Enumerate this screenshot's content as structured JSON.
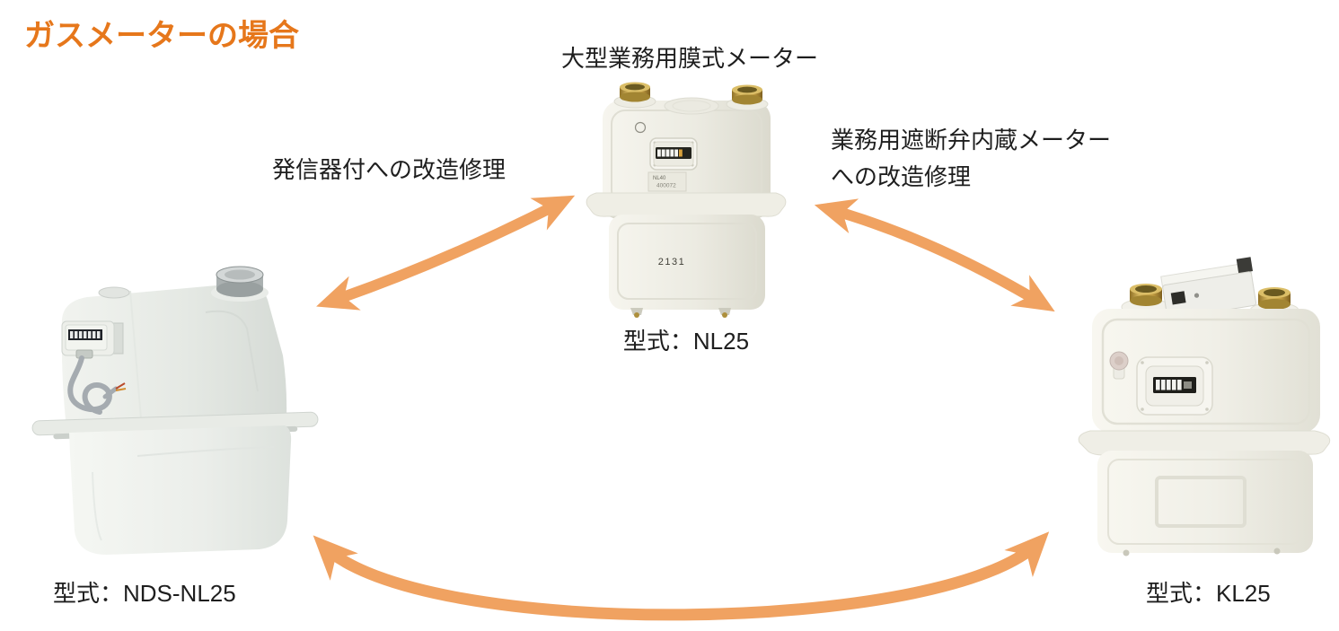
{
  "page": {
    "title": "ガスメーターの場合"
  },
  "colors": {
    "accent_orange": "#E6771B",
    "arrow_orange": "#F0A261",
    "text_color": "#1E1E1E",
    "background": "#FFFFFF"
  },
  "meters": {
    "top": {
      "caption": "大型業務用膜式メーター",
      "model_label": "型式：NL25",
      "body_marking": "2131",
      "plate_line1": "NL40",
      "plate_line2": "400072"
    },
    "left": {
      "model_label": "型式：NDS-NL25"
    },
    "right": {
      "model_label": "型式：KL25"
    }
  },
  "arrows": {
    "left_arrow": {
      "label": "発信器付への改造修理"
    },
    "right_arrow": {
      "label_line1": "業務用遮断弁内蔵メーター",
      "label_line2": "への改造修理"
    }
  }
}
